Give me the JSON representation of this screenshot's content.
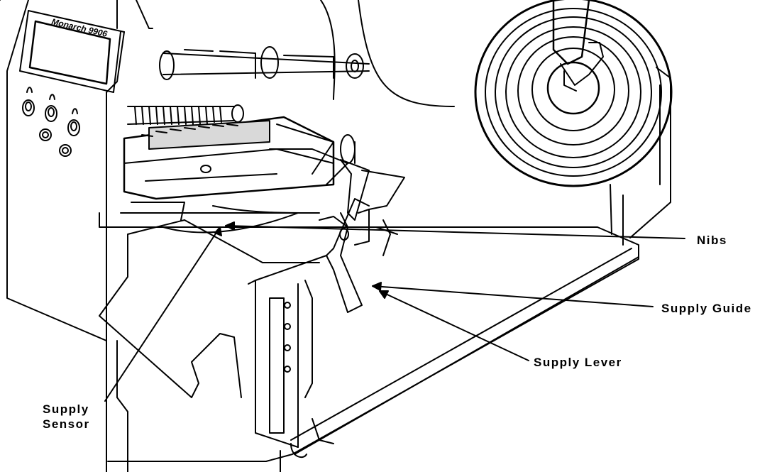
{
  "diagram": {
    "subject": "printer media loading view",
    "brand_text": "Monarch 9906",
    "colors": {
      "ink": "#000000",
      "paper": "#ffffff",
      "shade": "#d9d9d9"
    }
  },
  "callouts": {
    "nibs": "Nibs",
    "supply_guide": "Supply Guide",
    "supply_lever": "Supply Lever",
    "supply_sensor_line1": "Supply",
    "supply_sensor_line2": "Sensor"
  }
}
